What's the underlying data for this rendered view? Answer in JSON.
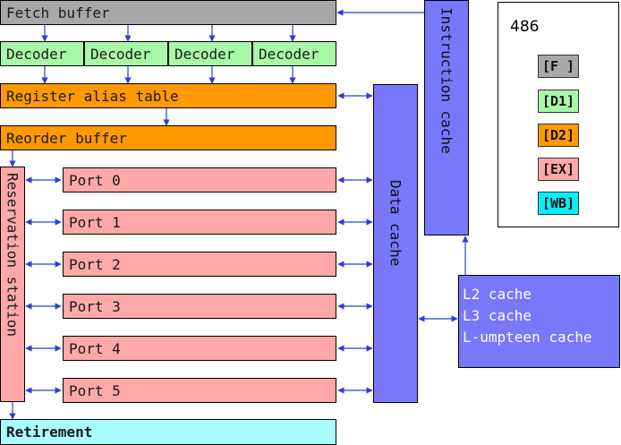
{
  "colors": {
    "fetch": "#a8a8a8",
    "decode": "#a8f8a8",
    "register": "#fe9900",
    "ex": "#fea8a8",
    "cache": "#7878fa",
    "retire": "#a8fefe",
    "arrow": "#2d3dd8"
  },
  "pipeline": {
    "fetch_buffer": "Fetch buffer",
    "decoders": [
      "Decoder",
      "Decoder",
      "Decoder",
      "Decoder"
    ],
    "register_alias_table": "Register alias table",
    "reorder_buffer": "Reorder buffer",
    "reservation_station": "Reservation station",
    "ports": [
      "Port 0",
      "Port 1",
      "Port 2",
      "Port 3",
      "Port 4",
      "Port 5"
    ],
    "retirement": "Retirement"
  },
  "caches": {
    "instruction_cache": "Instruction cache",
    "data_cache": "Data cache",
    "l2": "L2 cache",
    "l3": "L3 cache",
    "lumpteen": "L-umpteen cache"
  },
  "legend": {
    "title": "486",
    "items": [
      {
        "label": "[F ]",
        "color": "#a8a8a8"
      },
      {
        "label": "[D1]",
        "color": "#a8f8a8"
      },
      {
        "label": "[D2]",
        "color": "#fe9900"
      },
      {
        "label": "[EX]",
        "color": "#fea8a8"
      },
      {
        "label": "[WB]",
        "color": "#00f0fe"
      }
    ]
  }
}
